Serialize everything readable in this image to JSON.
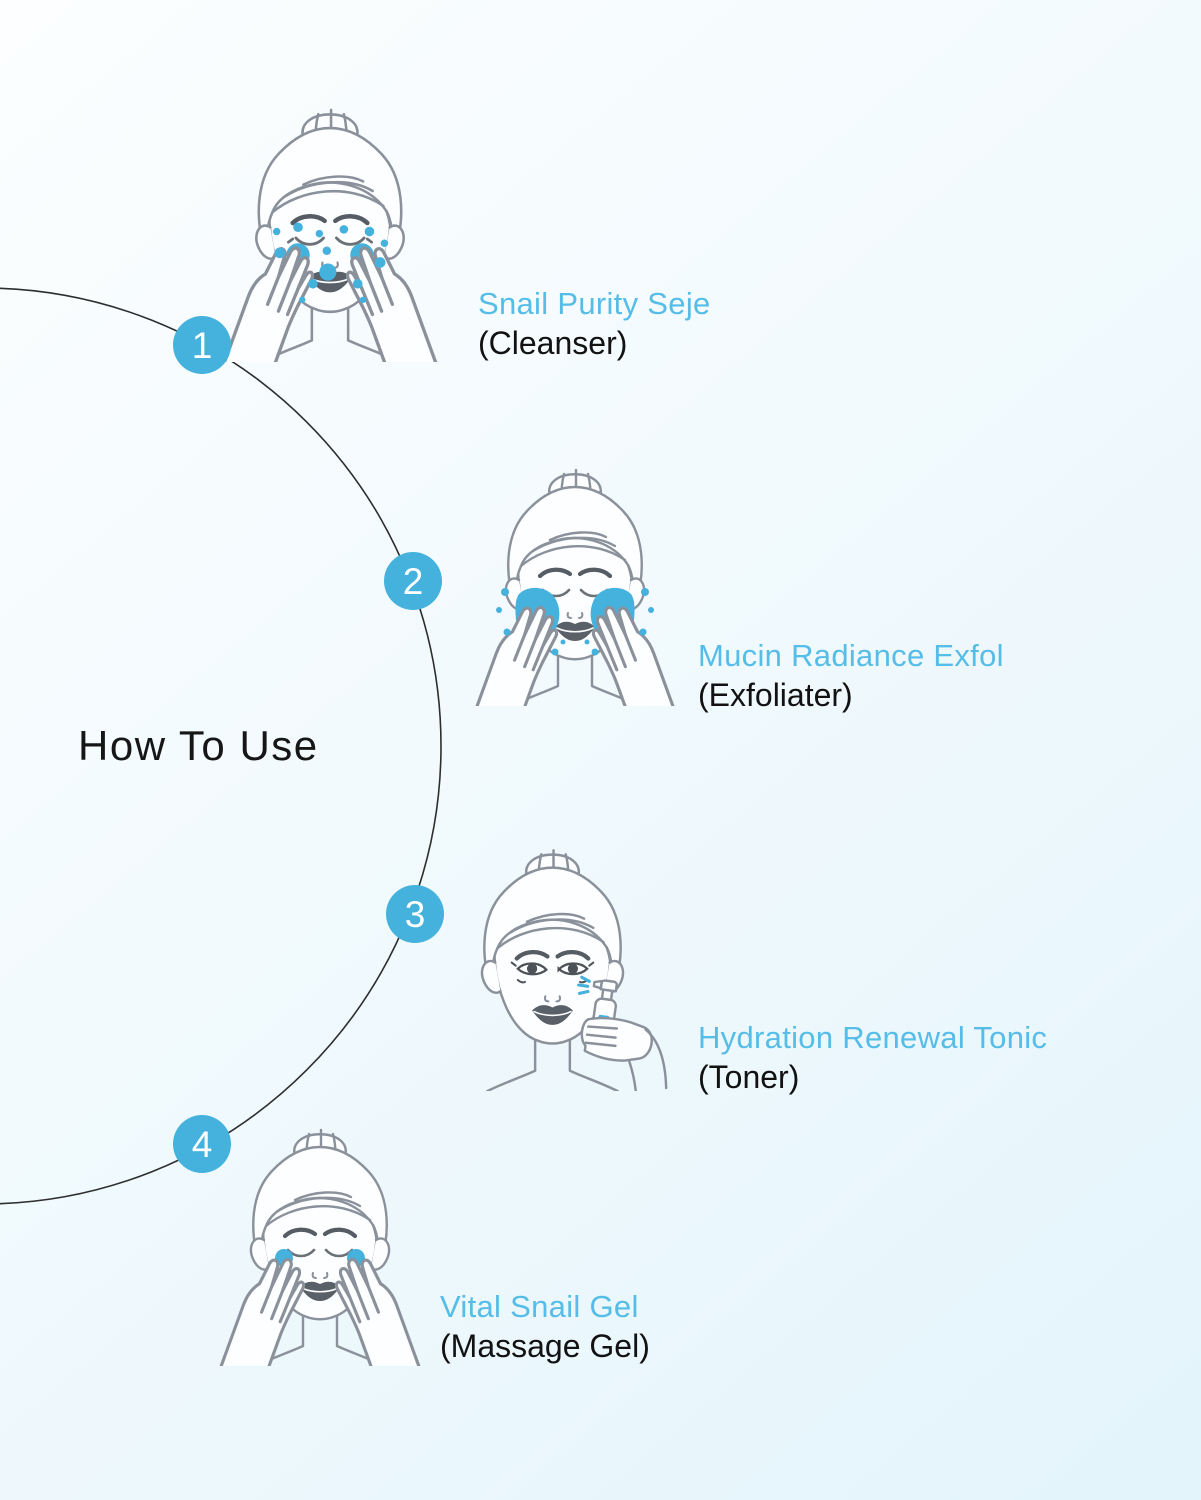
{
  "title": "How To Use",
  "steps": [
    {
      "number": "1",
      "product": "Snail Purity Seje",
      "category": "(Cleanser)",
      "icon": "woman-washing-face-bubbles-icon"
    },
    {
      "number": "2",
      "product": "Mucin Radiance Exfol",
      "category": "(Exfoliater)",
      "icon": "woman-rinsing-face-splash-icon"
    },
    {
      "number": "3",
      "product": "Hydration Renewal Tonic",
      "category": "(Toner)",
      "icon": "woman-spraying-toner-icon"
    },
    {
      "number": "4",
      "product": "Vital Snail Gel",
      "category": "(Massage Gel)",
      "icon": "woman-massaging-gel-icon"
    }
  ],
  "colors": {
    "accent_blue": "#45b2de",
    "label_blue": "#55bde7",
    "text_dark": "#161616",
    "line_gray": "#8a919b",
    "arc_stroke": "#2e2e2e",
    "background_top": "#fcfeff",
    "background_bottom": "#e3f4fb"
  }
}
